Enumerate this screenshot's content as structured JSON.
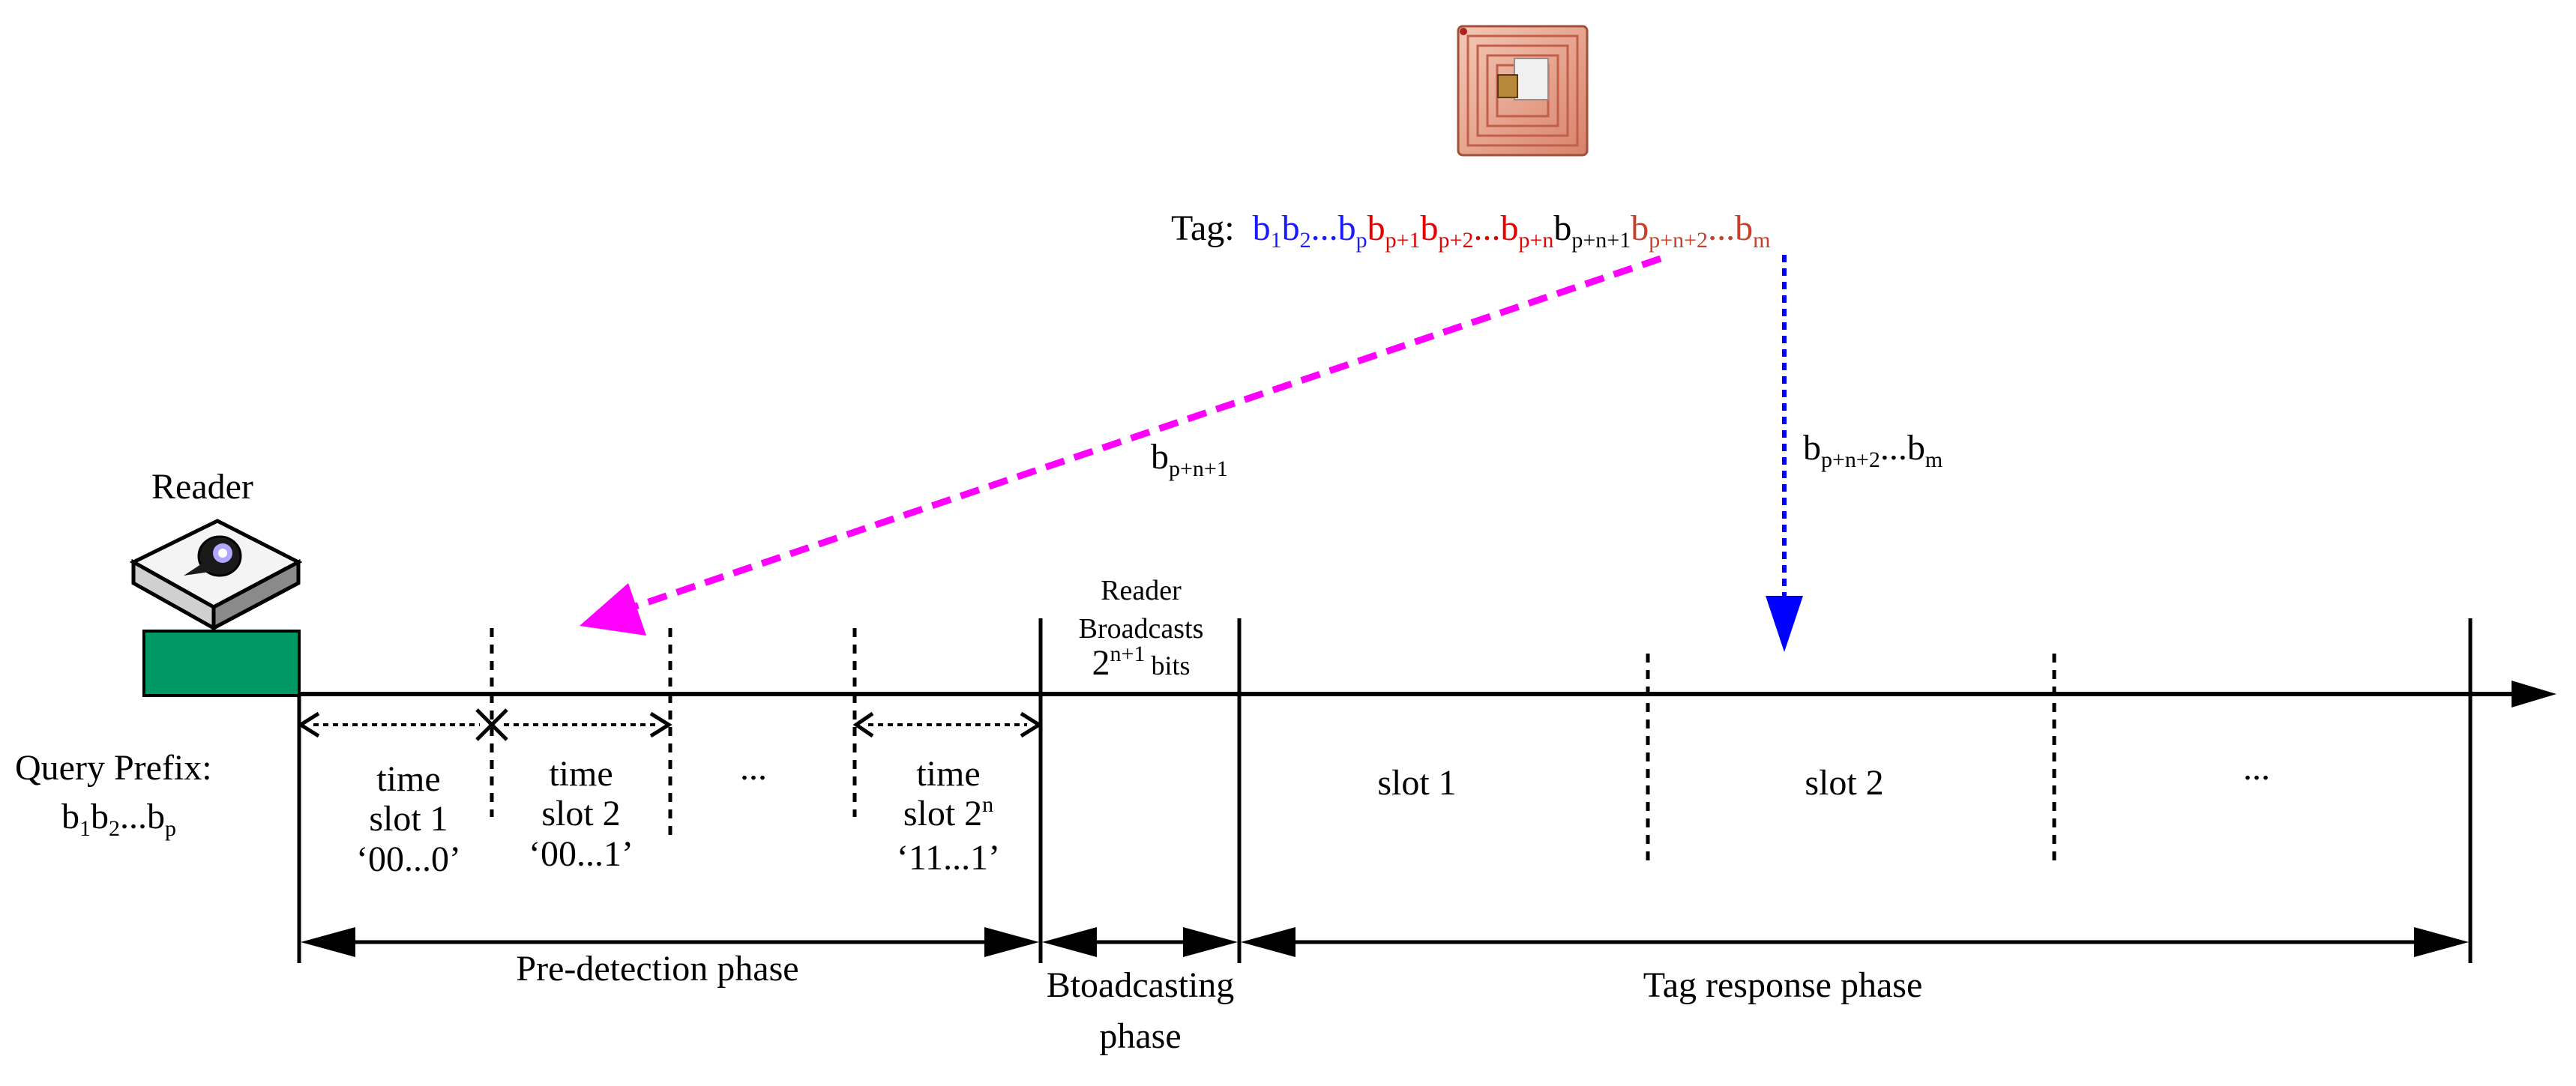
{
  "tag": {
    "prefix_label": "Tag:",
    "seq_blue": [
      "b",
      "1",
      "b",
      "2",
      "...",
      "b",
      "p"
    ],
    "seq_red": [
      "b",
      "p+1",
      "b",
      "p+2",
      "...",
      "b",
      "p+n"
    ],
    "seq_black": [
      "b",
      "p+n+1"
    ],
    "seq_orange": [
      "b",
      "p+n+2",
      "...",
      "b",
      "m"
    ]
  },
  "arrows": {
    "magenta_label_base": "b",
    "magenta_label_sub": "p+n+1",
    "blue_label_b1": "b",
    "blue_label_sub1": "p+n+2",
    "blue_label_mid": "...",
    "blue_label_b2": "b",
    "blue_label_sub2": "m"
  },
  "reader": {
    "label": "Reader"
  },
  "query": {
    "label": "Query Prefix:",
    "b1": "b",
    "s1": "1",
    "b2": "b",
    "s2": "2",
    "dots": "...",
    "bp": "b",
    "sp": "p"
  },
  "slots": [
    {
      "line1": "time",
      "line2": "slot 1",
      "line3": "‘00...0’"
    },
    {
      "line1": "time",
      "line2": "slot 2",
      "line3": "‘00...1’"
    },
    {
      "ellipsis": "..."
    },
    {
      "line1": "time",
      "line2_base": "slot 2",
      "line2_sup": "n",
      "line3": "‘11...1’"
    }
  ],
  "broadcast": {
    "line1": "Reader",
    "line2": "Broadcasts",
    "line3_base": "2",
    "line3_sup": "n+1",
    "line3_tail": "bits"
  },
  "response_slots": [
    "slot 1",
    "slot 2",
    "..."
  ],
  "phases": {
    "predetection": "Pre-detection phase",
    "broadcasting_line1": "Btoadcasting",
    "broadcasting_line2": "phase",
    "response": "Tag response phase"
  },
  "colors": {
    "blue": "#1a1aff",
    "red": "#e60000",
    "orange": "#c8402a",
    "magenta": "#ff00ff",
    "arrow_blue": "#0000ff",
    "reader_green": "#009966"
  }
}
